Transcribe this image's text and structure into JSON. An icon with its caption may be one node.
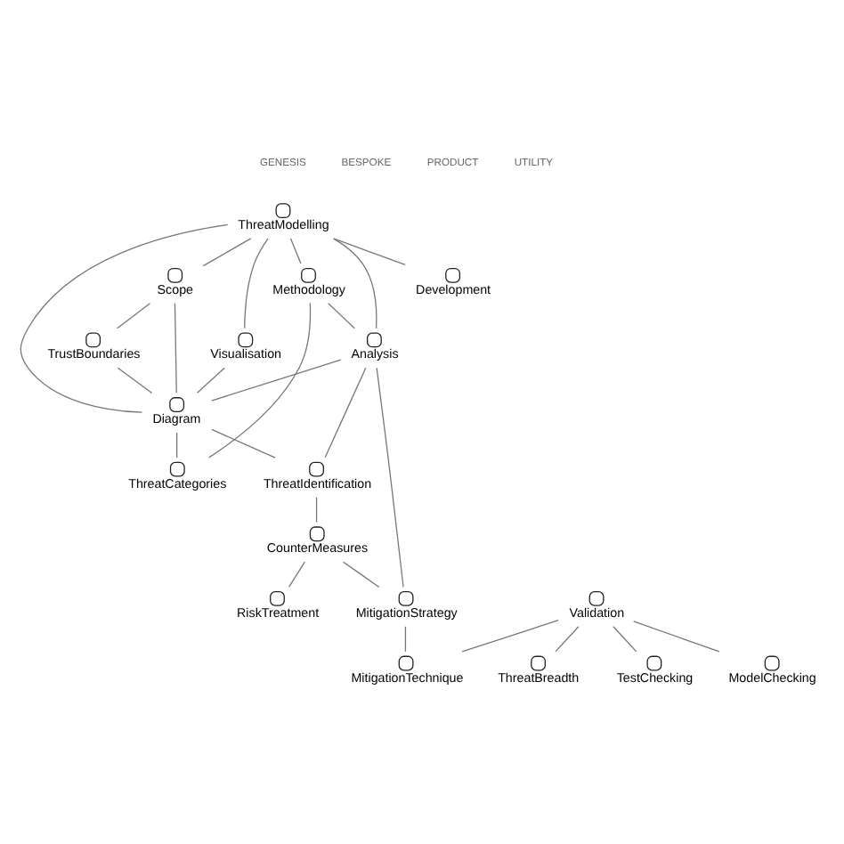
{
  "diagram": {
    "nodes": [
      {
        "text": [
          "Development"
        ]
      },
      {
        "text": [
          "ThreatModelling"
        ]
      },
      {
        "text": [
          "Scope"
        ]
      },
      {
        "text": [
          "Methodology"
        ]
      },
      {
        "text": [
          "Visualisation"
        ]
      },
      {
        "text": [
          "TrustBoundaries"
        ]
      },
      {
        "text": [
          "ThreatCategories"
        ]
      },
      {
        "text": [
          "Analysis"
        ]
      },
      {
        "text": [
          "Diagram"
        ]
      },
      {
        "text": [
          "ThreatIdentification"
        ]
      },
      {
        "text": [
          "CounterMeasures"
        ]
      },
      {
        "text": [
          "RiskTreatment"
        ]
      },
      {
        "text": [
          "MitigationStrategy"
        ]
      },
      {
        "text": [
          "MitigationTechnique"
        ]
      },
      {
        "text": [
          "Validation"
        ]
      },
      {
        "text": [
          "ThreatBreadth"
        ]
      },
      {
        "text": [
          "TestChecking"
        ]
      },
      {
        "text": [
          "ModelChecking"
        ]
      }
    ],
    "edges": [
      {
        "from": 1,
        "to": 0,
        "arrow": "none"
      },
      {
        "from": 1,
        "to": 2,
        "arrow": "none"
      },
      {
        "from": 1,
        "to": 3,
        "arrow": "none"
      },
      {
        "from": 1,
        "to": 4,
        "arrow": "none"
      },
      {
        "from": 1,
        "to": 7,
        "arrow": "none"
      },
      {
        "from": 1,
        "to": 8,
        "arrow": "none"
      },
      {
        "from": 2,
        "to": 5,
        "arrow": "none"
      },
      {
        "from": 2,
        "to": 8,
        "arrow": "none"
      },
      {
        "from": 4,
        "to": 8,
        "arrow": "none"
      },
      {
        "from": 5,
        "to": 8,
        "arrow": "none"
      },
      {
        "from": 3,
        "to": 6,
        "arrow": "none"
      },
      {
        "from": 3,
        "to": 7,
        "arrow": "none"
      },
      {
        "from": 8,
        "to": 6,
        "arrow": "none"
      },
      {
        "from": 7,
        "to": 8,
        "arrow": "none"
      },
      {
        "from": 8,
        "to": 9,
        "arrow": "none"
      },
      {
        "from": 7,
        "to": 9,
        "arrow": "none"
      },
      {
        "from": 7,
        "to": 12,
        "arrow": "none"
      },
      {
        "from": 9,
        "to": 10,
        "arrow": "none"
      },
      {
        "from": 10,
        "to": 11,
        "arrow": "none"
      },
      {
        "from": 10,
        "to": 12,
        "arrow": "none"
      },
      {
        "from": 12,
        "to": 13,
        "arrow": "none"
      },
      {
        "from": 14,
        "to": 13,
        "arrow": "none"
      },
      {
        "from": 14,
        "to": 15,
        "arrow": "none"
      },
      {
        "from": 14,
        "to": 16,
        "arrow": "none"
      },
      {
        "from": 14,
        "to": 17,
        "arrow": "none"
      }
    ],
    "labels": [
      "GENESIS",
      "BESPOKE",
      "PRODUCT",
      "UTILITY"
    ]
  }
}
